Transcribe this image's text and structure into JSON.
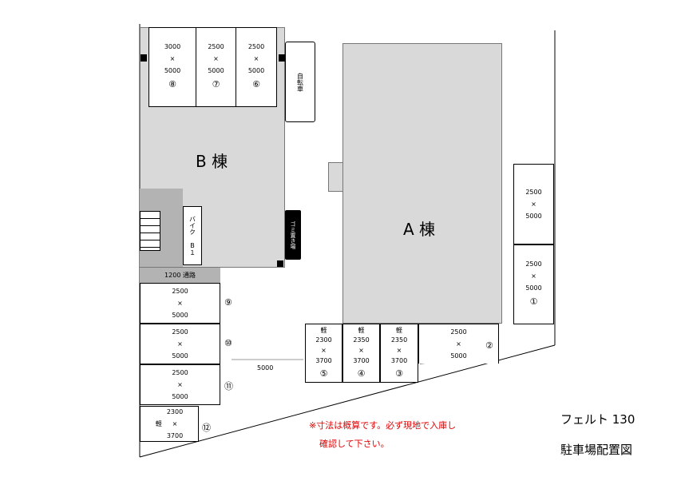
{
  "buildings": {
    "a_label": "A 棟",
    "b_label": "B 棟"
  },
  "facilities": {
    "bicycle": "自転車",
    "garbage": "ゴミ置き場",
    "bike_b1": "バイク B１",
    "passage": "1200 通路",
    "road_width": "5000"
  },
  "times_sign": "×",
  "spaces": [
    {
      "no": "①",
      "w": "2500",
      "l": "5000"
    },
    {
      "no": "②",
      "w": "2500",
      "l": "5000"
    },
    {
      "no": "③",
      "kei": "軽",
      "w": "2350",
      "l": "3700"
    },
    {
      "no": "④",
      "kei": "軽",
      "w": "2350",
      "l": "3700"
    },
    {
      "no": "⑤",
      "kei": "軽",
      "w": "2300",
      "l": "3700"
    },
    {
      "no": "⑥",
      "w": "2500",
      "l": "5000"
    },
    {
      "no": "⑦",
      "w": "2500",
      "l": "5000"
    },
    {
      "no": "⑧",
      "w": "3000",
      "l": "5000"
    },
    {
      "no": "⑨",
      "w": "2500",
      "l": "5000"
    },
    {
      "no": "⑩",
      "w": "2500",
      "l": "5000"
    },
    {
      "no": "⑪",
      "w": "2500",
      "l": "5000"
    },
    {
      "no": "⑫",
      "kei": "軽",
      "w": "2300",
      "l": "3700"
    }
  ],
  "notice": {
    "line1": "※寸法は概算です。必ず現地で入庫し",
    "line2": "確認して下さい。"
  },
  "title": {
    "name": "フェルト 130",
    "subtitle": "駐車場配置図"
  },
  "colors": {
    "building": "#d9d9d9",
    "stair_area": "#b3b3b3",
    "garbage": "#000000",
    "notice": "#e00000"
  }
}
